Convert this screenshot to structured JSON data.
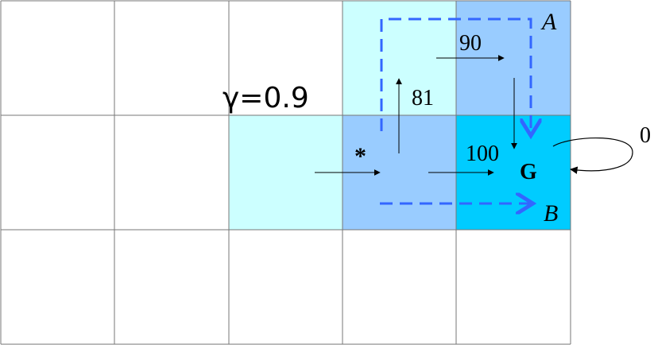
{
  "gamma_label": "γ=0.9",
  "star_label": "*",
  "goal_label": "G",
  "values": {
    "top_right_arrow": "90",
    "up_arrow": "81",
    "down_arrow": "100",
    "self_loop": "0"
  },
  "path_labels": {
    "upper_path": "A",
    "lower_path": "B"
  },
  "colors": {
    "cell_light": "#ccffff",
    "cell_mid": "#99ccff",
    "cell_goal": "#00ccff",
    "dashed_path": "#3366ff",
    "grid_line": "#777777"
  }
}
